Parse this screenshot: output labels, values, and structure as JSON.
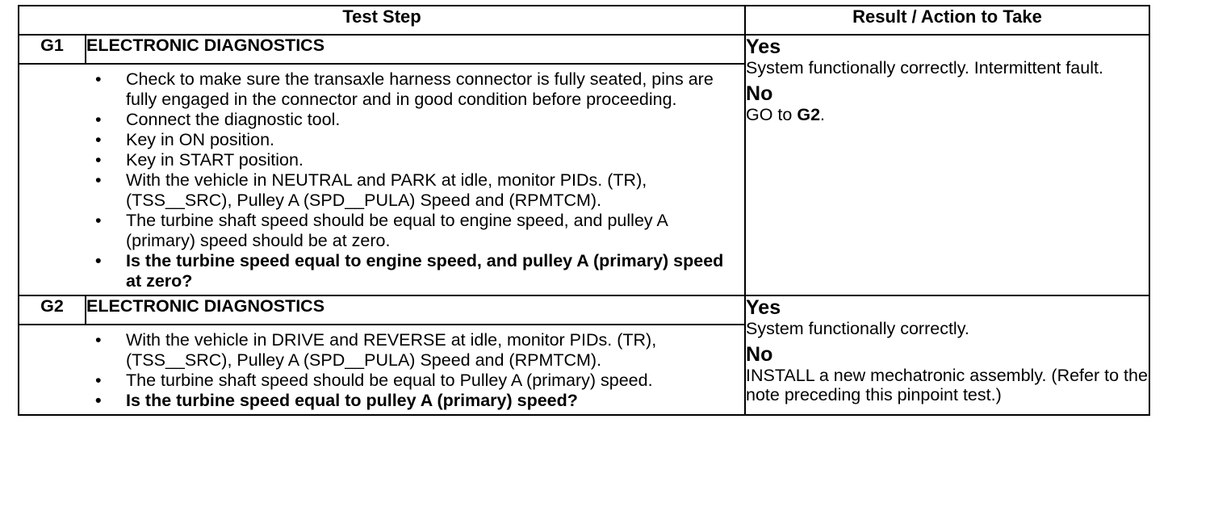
{
  "header": {
    "test_step": "Test Step",
    "result_action": "Result / Action to Take"
  },
  "steps": [
    {
      "id": "G1",
      "title": "ELECTRONIC DIAGNOSTICS",
      "bullets": [
        "Check to make sure the transaxle harness connector is fully seated, pins are fully engaged in the connector and in good condition before proceeding.",
        "Connect the diagnostic tool.",
        "Key in ON position.",
        "Key in START position.",
        "With the vehicle in NEUTRAL and PARK at idle, monitor PIDs. (TR), (TSS__SRC), Pulley A (SPD__PULA) Speed and (RPMTCM).",
        "The turbine shaft speed should be equal to engine speed, and pulley A (primary) speed should be at zero."
      ],
      "question": "Is the turbine speed equal to engine speed, and pulley A (primary) speed at zero?",
      "yes_label": "Yes",
      "yes_text": "System functionally correctly. Intermittent fault.",
      "no_label": "No",
      "no_text_prefix": "GO to ",
      "no_text_link": "G2",
      "no_text_suffix": "."
    },
    {
      "id": "G2",
      "title": "ELECTRONIC DIAGNOSTICS",
      "bullets": [
        "With the vehicle in DRIVE and REVERSE at idle, monitor PIDs. (TR), (TSS__SRC), Pulley A (SPD__PULA) Speed and (RPMTCM).",
        "The turbine shaft speed should be equal to Pulley A (primary) speed."
      ],
      "question": "Is the turbine speed equal to pulley A (primary) speed?",
      "yes_label": "Yes",
      "yes_text": "System functionally correctly.",
      "no_label": "No",
      "no_text": "INSTALL a new mechatronic assembly. (Refer to the note preceding this pinpoint test.)"
    }
  ]
}
